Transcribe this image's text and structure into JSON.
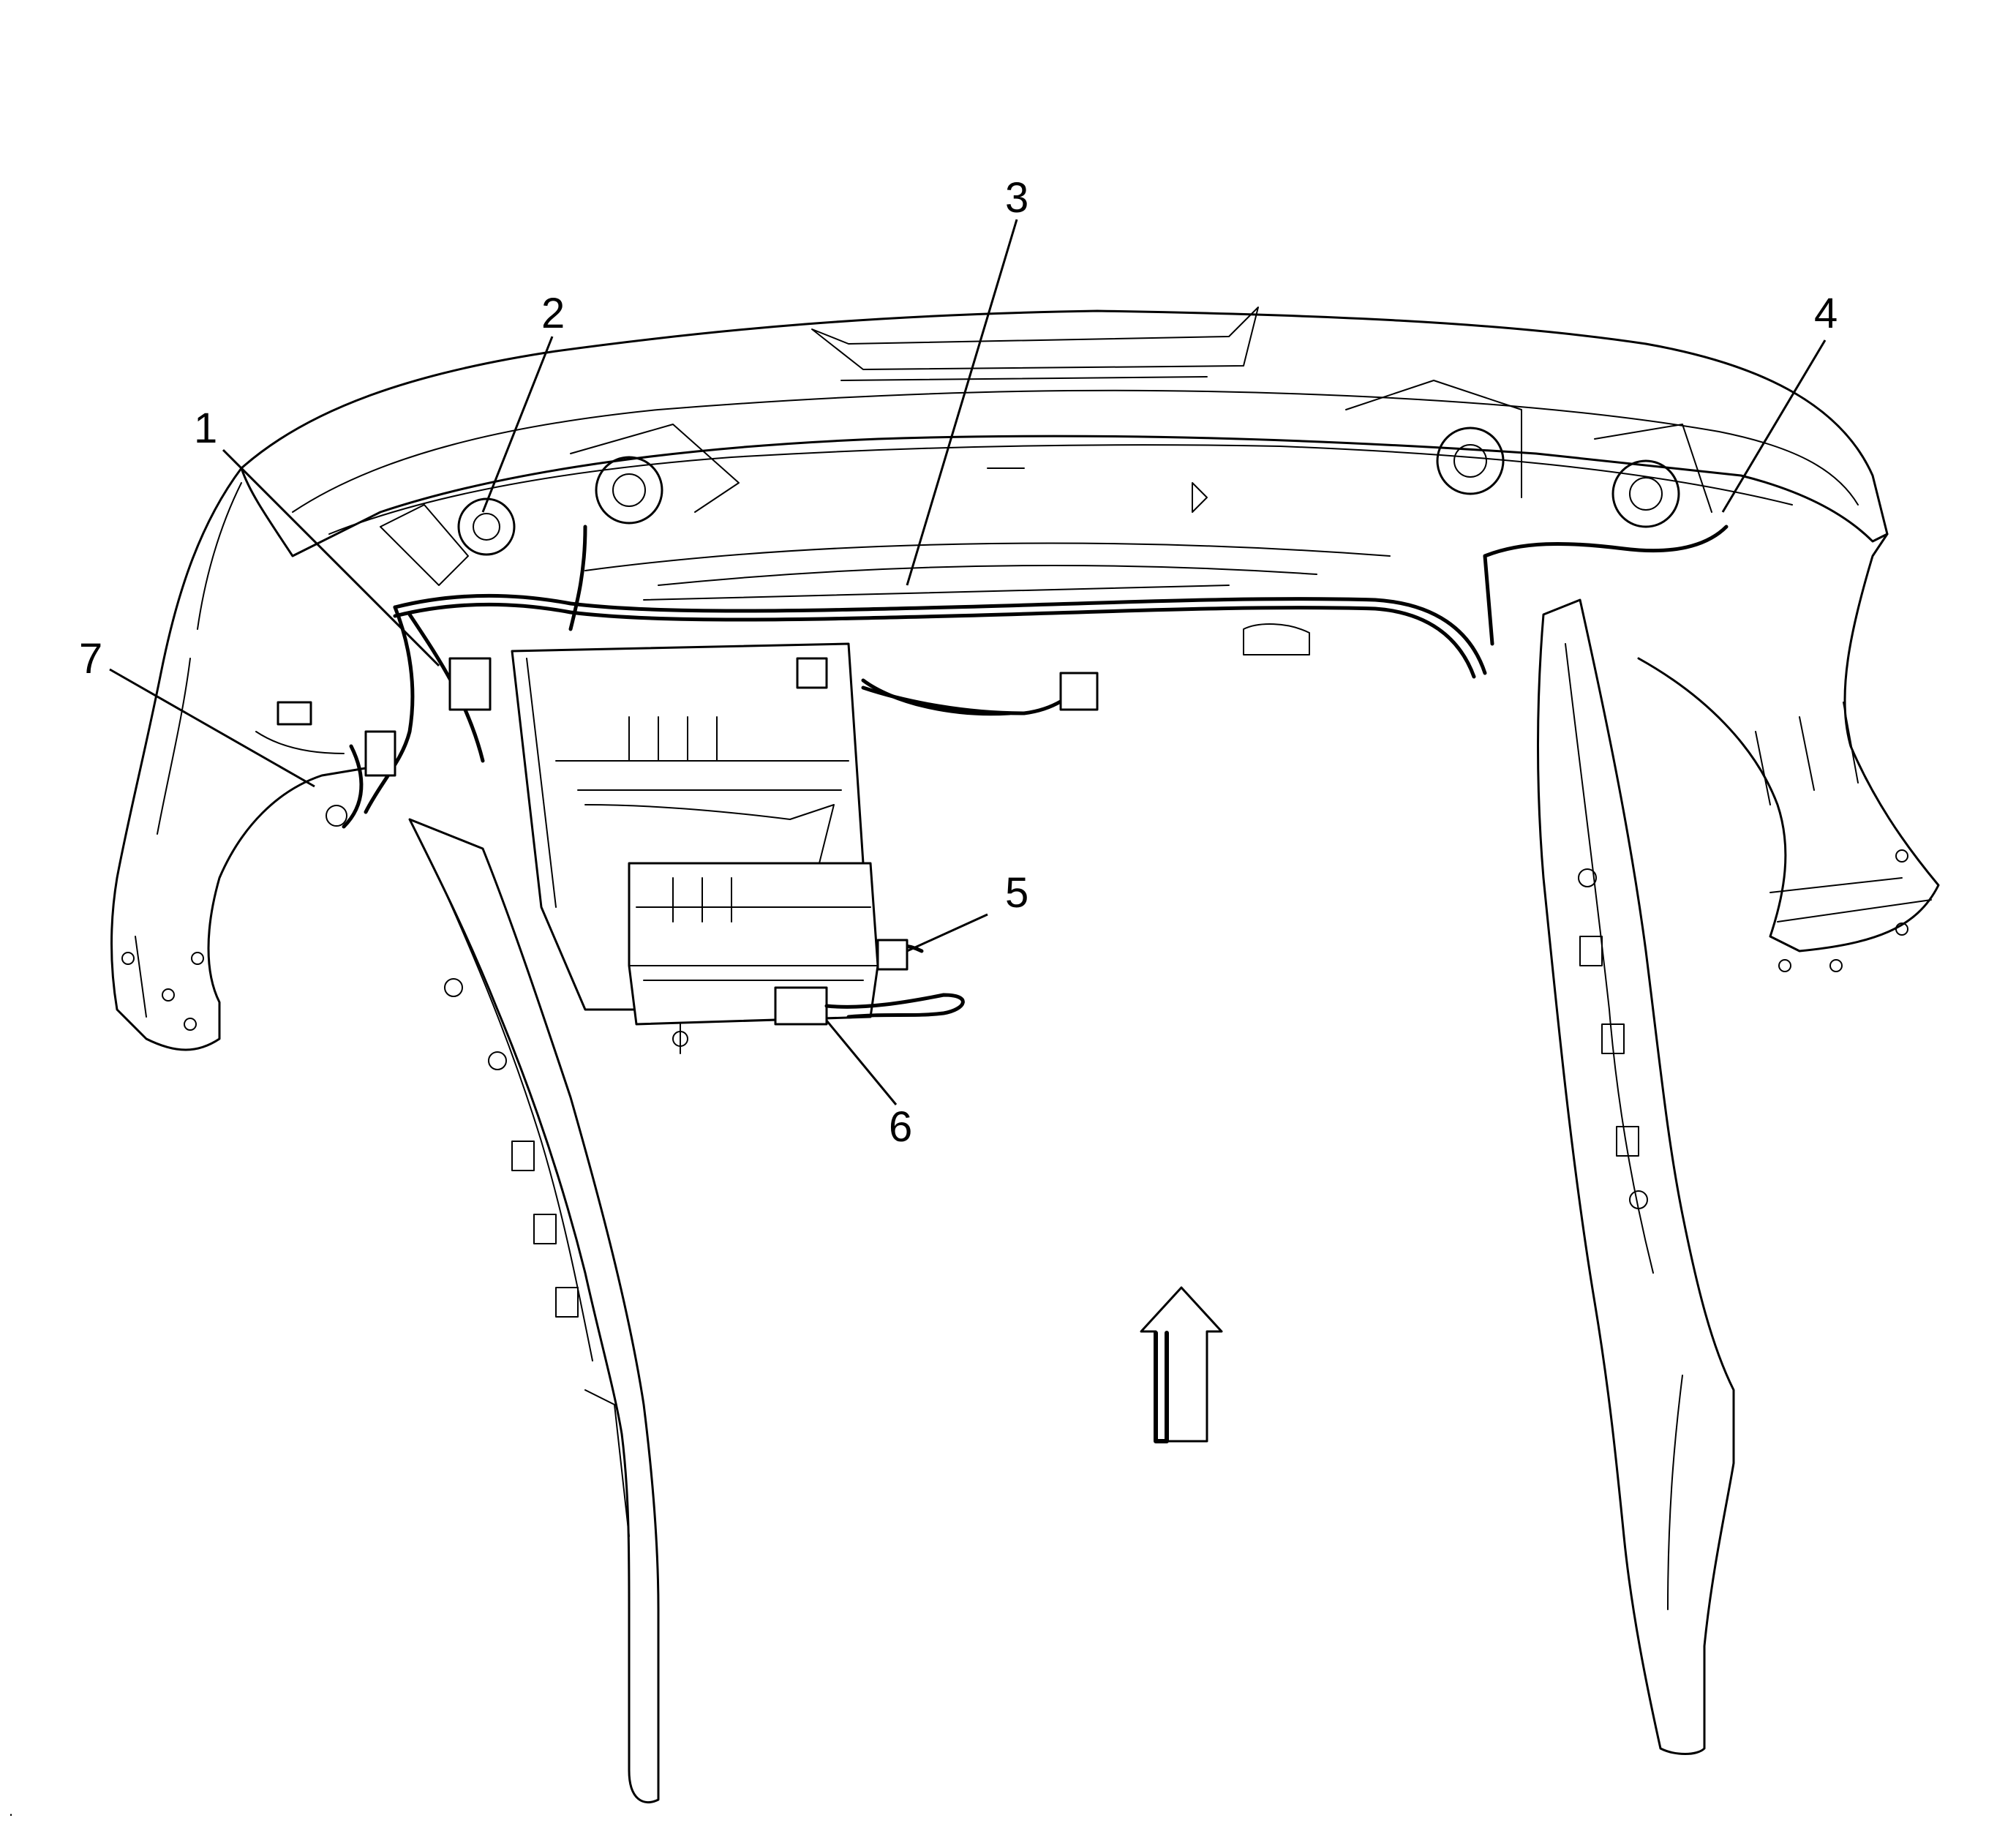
{
  "callouts": [
    {
      "id": "1",
      "label": "1"
    },
    {
      "id": "2",
      "label": "2"
    },
    {
      "id": "3",
      "label": "3"
    },
    {
      "id": "4",
      "label": "4"
    },
    {
      "id": "5",
      "label": "5"
    },
    {
      "id": "6",
      "label": "6"
    },
    {
      "id": "7",
      "label": "7"
    }
  ],
  "direction_arrow": {
    "icon": "forward-arrow-icon",
    "direction": "up"
  },
  "corner_mark": "."
}
